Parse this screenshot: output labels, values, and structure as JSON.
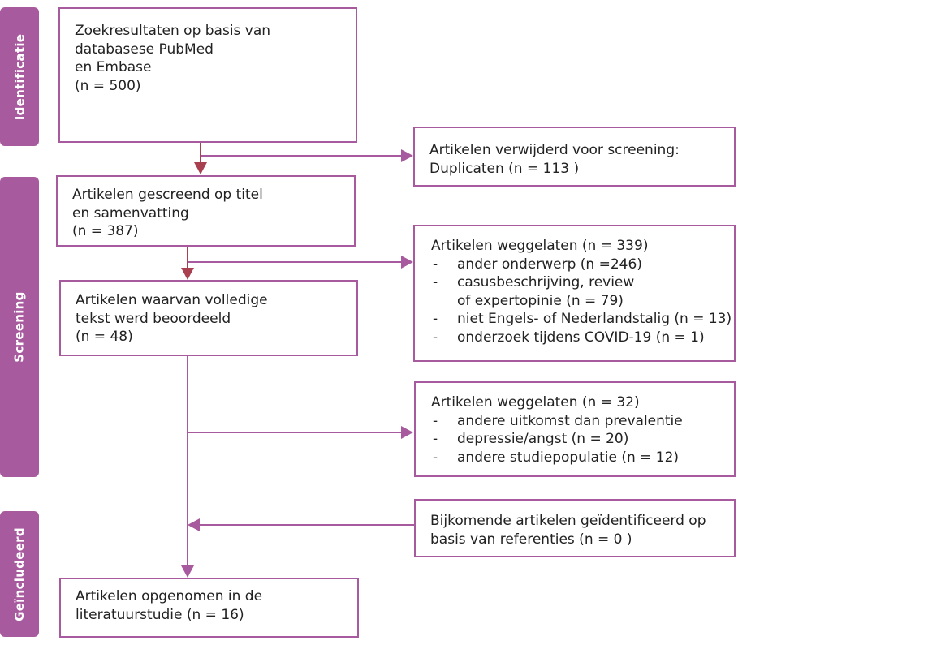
{
  "stages": {
    "identificatie": "Identificatie",
    "screening": "Screening",
    "geincludeerd": "Geïncludeerd"
  },
  "boxes": {
    "search_results": {
      "lines": [
        "Zoekresultaten op basis van",
        "databasese PubMed",
        "en Embase",
        "(n = 500)"
      ]
    },
    "removed": {
      "lines": [
        "Artikelen verwijderd voor screening:",
        "Duplicaten (n = 113 )"
      ]
    },
    "screened": {
      "lines": [
        "Artikelen gescreend op titel",
        "en samenvatting",
        "(n = 387)"
      ]
    },
    "excluded_1": {
      "title": "Artikelen weggelaten (n = 339)",
      "items": [
        "ander onderwerp (n =246)",
        "casusbeschrijving, review\nof expertopinie (n = 79)",
        "niet Engels- of Nederlandstalig (n = 13)",
        "onderzoek tijdens COVID-19 (n = 1)"
      ]
    },
    "fulltext": {
      "lines": [
        "Artikelen waarvan volledige",
        "tekst werd beoordeeld",
        "(n = 48)"
      ]
    },
    "excluded_2": {
      "title": "Artikelen weggelaten (n = 32)",
      "items": [
        "andere uitkomst dan prevalentie",
        "depressie/angst (n = 20)",
        "andere studiepopulatie (n = 12)"
      ]
    },
    "additional": {
      "lines": [
        "Bijkomende artikelen geïdentificeerd op",
        "basis van referenties (n = 0 )"
      ]
    },
    "included": {
      "lines": [
        "Artikelen opgenomen in de",
        "literatuurstudie (n = 16)"
      ]
    }
  },
  "colors": {
    "accent": "#a85a9e",
    "arrow_down": "#a8404f",
    "text": "#222222"
  }
}
